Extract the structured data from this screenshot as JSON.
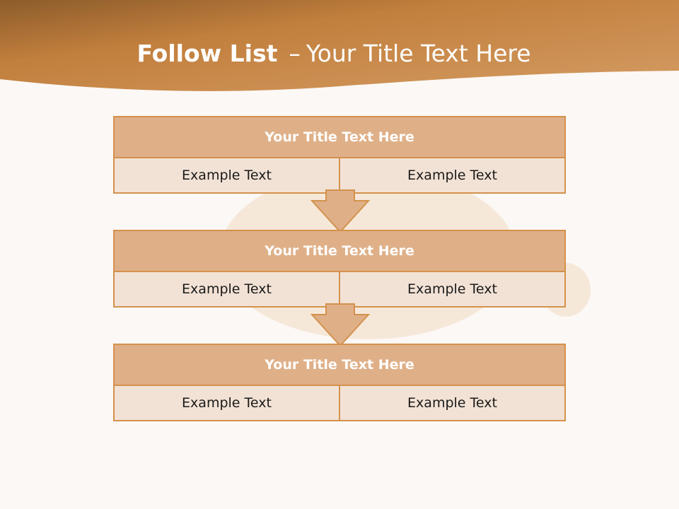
{
  "title": {
    "bold": "Follow List",
    "separator": "–",
    "rest": "Your Title Text Here"
  },
  "blocks": [
    {
      "title": "Your Title Text Here",
      "left": "Example Text",
      "right": "Example Text"
    },
    {
      "title": "Your Title Text Here",
      "left": "Example Text",
      "right": "Example Text"
    },
    {
      "title": "Your Title Text Here",
      "left": "Example Text",
      "right": "Example Text"
    }
  ],
  "colors": {
    "header_dark": "#8c5c2b",
    "header_mid": "#c98a45",
    "header_light": "#e2a971",
    "block_border": "#d4914c",
    "block_title_fill": "#dfb088",
    "block_cell_fill": "#f2e2d5"
  }
}
